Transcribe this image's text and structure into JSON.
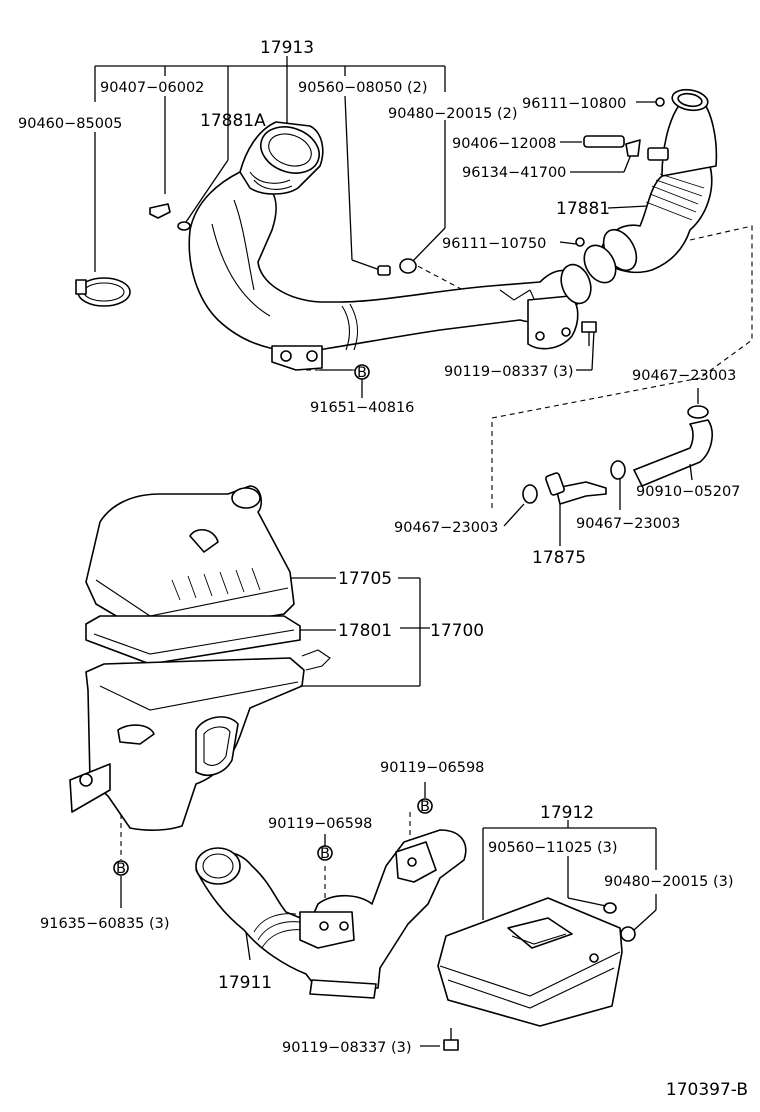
{
  "diagram_ref": "170397-B",
  "parts": {
    "p17913": "17913",
    "p90407": "90407−06002",
    "p90560a": "90560−08050 (2)",
    "p90480a": "90480−20015 (2)",
    "p96111a": "96111−10800",
    "p90460": "90460−85005",
    "p17881A": "17881A",
    "p90406": "90406−12008",
    "p96134": "96134−41700",
    "p17881": "17881",
    "p96111b": "96111−10750",
    "p90119a": "90119−08337 (3)",
    "p91651": "91651−40816",
    "p90467a": "90467−23003",
    "p90910": "90910−05207",
    "p90467b": "90467−23003",
    "p90467c": "90467−23003",
    "p17875": "17875",
    "p17705": "17705",
    "p17801": "17801",
    "p17700": "17700",
    "p90119b": "90119−06598",
    "p90119c": "90119−06598",
    "p17912": "17912",
    "p90560b": "90560−11025 (3)",
    "p90480b": "90480−20015 (3)",
    "p91635": "91635−60835 (3)",
    "p17911": "17911",
    "p90119d": "90119−08337 (3)"
  },
  "markers": {
    "b": "B"
  }
}
